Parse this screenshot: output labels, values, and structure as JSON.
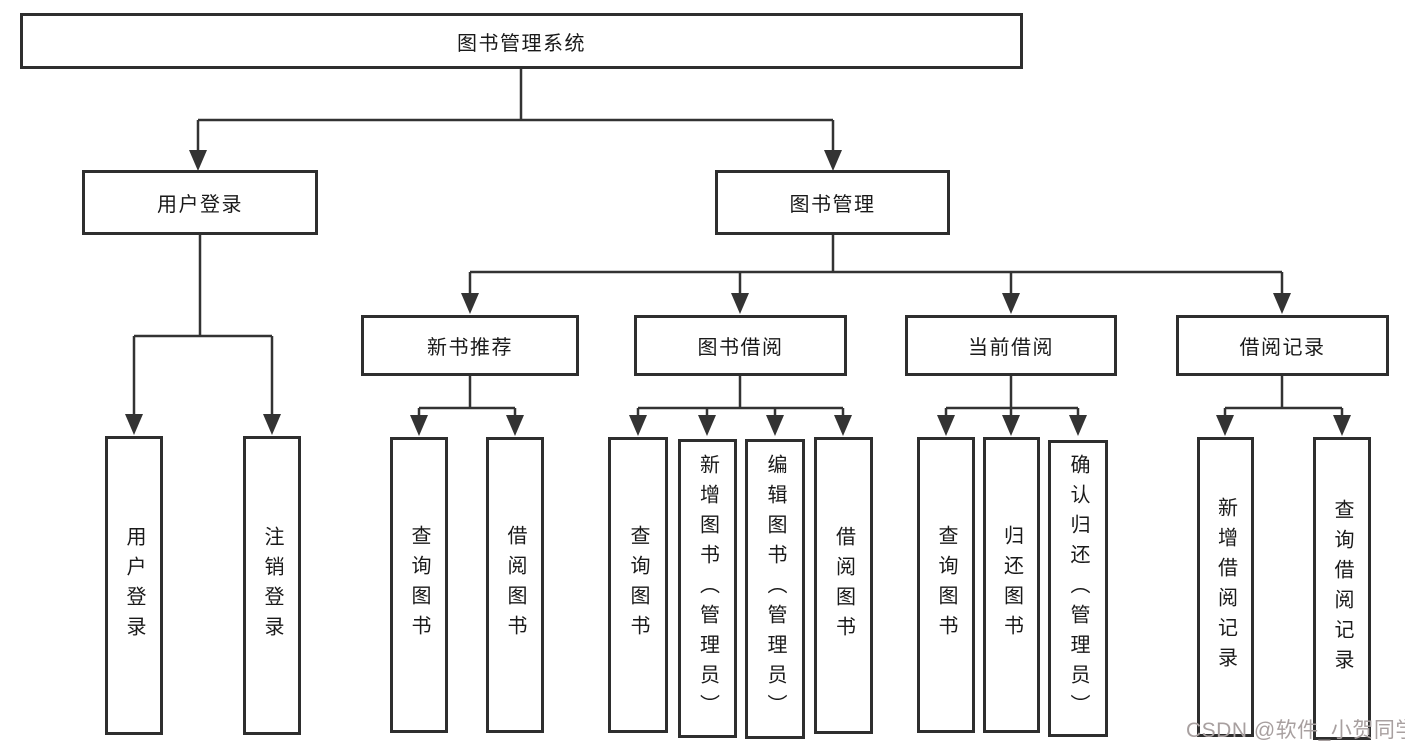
{
  "diagram": {
    "kind": "tree",
    "title": "图书管理系统"
  },
  "tree": {
    "root": {
      "label": "图书管理系统",
      "children": [
        {
          "label": "用户登录",
          "children": [
            {
              "label": "用户登录"
            },
            {
              "label": "注销登录"
            }
          ]
        },
        {
          "label": "图书管理",
          "children": [
            {
              "label": "新书推荐",
              "children": [
                {
                  "label": "查询图书"
                },
                {
                  "label": "借阅图书"
                }
              ]
            },
            {
              "label": "图书借阅",
              "children": [
                {
                  "label": "查询图书"
                },
                {
                  "label": "新增图书（管理员）"
                },
                {
                  "label": "编辑图书（管理员）"
                },
                {
                  "label": "借阅图书"
                }
              ]
            },
            {
              "label": "当前借阅",
              "children": [
                {
                  "label": "查询图书"
                },
                {
                  "label": "归还图书"
                },
                {
                  "label": "确认归还（管理员）"
                }
              ]
            },
            {
              "label": "借阅记录",
              "children": [
                {
                  "label": "新增借阅记录"
                },
                {
                  "label": "查询借阅记录"
                }
              ]
            }
          ]
        }
      ]
    }
  },
  "watermark": {
    "text": "CSDN @软件_小贺同学"
  },
  "colors": {
    "line": "#333333",
    "box_border": "#2e2e2e",
    "text": "#1a1a1a",
    "watermark_text": "#a8a0a0",
    "background": "#ffffff"
  }
}
